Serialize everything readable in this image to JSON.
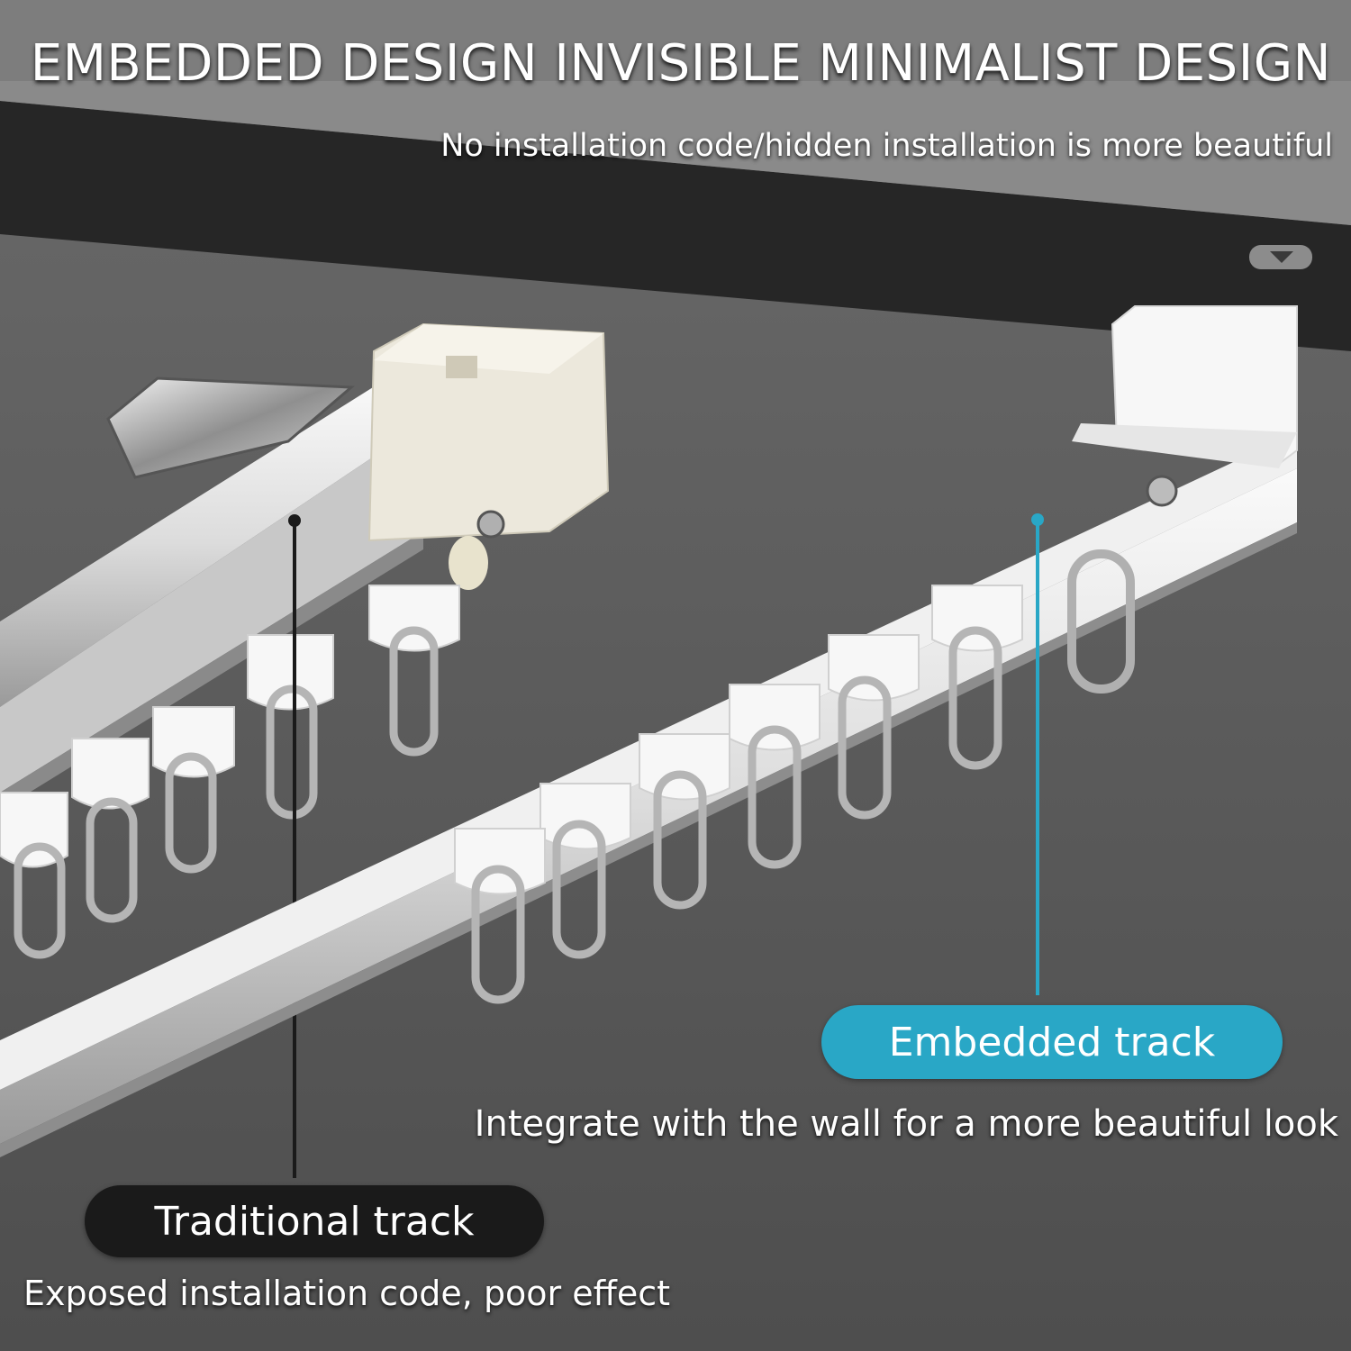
{
  "header": {
    "title": "EMBEDDED DESIGN INVISIBLE MINIMALIST DESIGN",
    "subtitle": "No installation code/hidden installation is more beautiful"
  },
  "embedded": {
    "label": "Embedded track",
    "caption": "Integrate with the wall for a more beautiful look",
    "accent_color": "#29a7c6"
  },
  "traditional": {
    "label": "Traditional track",
    "caption": "Exposed installation code, poor effect",
    "accent_color": "#1a1a1a"
  },
  "icons": {
    "ceiling_indicator": "down-triangle-icon"
  }
}
